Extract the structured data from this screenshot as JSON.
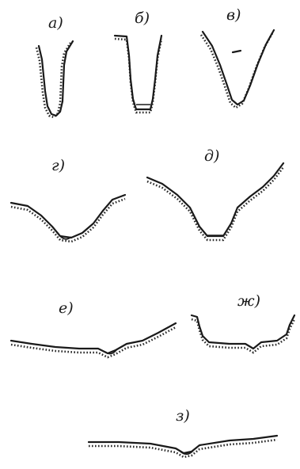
{
  "labels": {
    "a": "а)",
    "b": "б)",
    "v": "в)",
    "g": "г)",
    "d": "д)",
    "e": "е)",
    "zh": "ж)",
    "z": "з)"
  }
}
